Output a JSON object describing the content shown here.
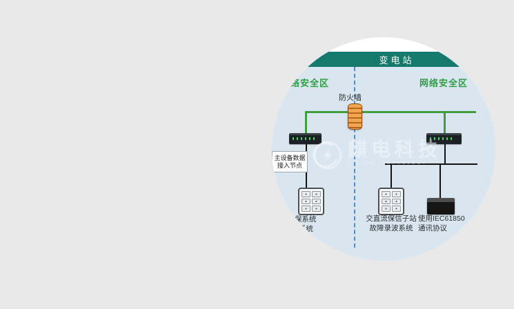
{
  "page": {
    "background_color": "#e9e9e9"
  },
  "diagram": {
    "header": {
      "title": "变电站"
    },
    "zones": {
      "left": "网络安全区",
      "right": "网络安全区"
    },
    "firewall": {
      "label": "防火墙"
    },
    "access_node": {
      "line1": "主设备数据",
      "line2": "接入节点"
    },
    "captions": {
      "left": {
        "line1": "保系统",
        "line2": "系统"
      },
      "middle": {
        "line1": "交直流保信子站",
        "line2": "故障录波系统"
      },
      "right": {
        "line1": "使用IEC61850",
        "line2": "通讯协议"
      }
    },
    "colors": {
      "header_bg": "#15796c",
      "diagram_bg": "#d9e6f0",
      "zone_label": "#2f9e44",
      "backbone_green": "#3f9d3f",
      "divider_blue": "#4a8fd4",
      "bus_black": "#111111",
      "firewall_orange": "#f2a64f"
    }
  },
  "watermark": {
    "name": "麒电科技",
    "subtitle": "QIDIAN TECHNOLOGY"
  }
}
